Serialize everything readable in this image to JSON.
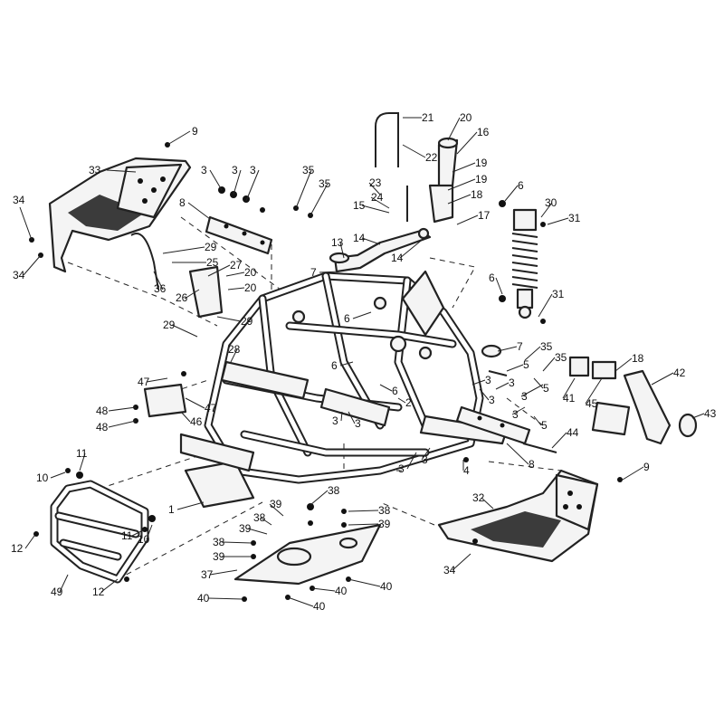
{
  "diagram": {
    "callouts": [
      {
        "id": "c9a",
        "text": "9"
      },
      {
        "id": "c33",
        "text": "33"
      },
      {
        "id": "c3a",
        "text": "3"
      },
      {
        "id": "c3b",
        "text": "3"
      },
      {
        "id": "c3c",
        "text": "3"
      },
      {
        "id": "c35a",
        "text": "35"
      },
      {
        "id": "c35b",
        "text": "35"
      },
      {
        "id": "c34a",
        "text": "34"
      },
      {
        "id": "c8a",
        "text": "8"
      },
      {
        "id": "c34b",
        "text": "34"
      },
      {
        "id": "c29a",
        "text": "29"
      },
      {
        "id": "c25",
        "text": "25"
      },
      {
        "id": "c27",
        "text": "27"
      },
      {
        "id": "c20a",
        "text": "20"
      },
      {
        "id": "c20b",
        "text": "20"
      },
      {
        "id": "c36",
        "text": "36"
      },
      {
        "id": "c26",
        "text": "26"
      },
      {
        "id": "c29b",
        "text": "29"
      },
      {
        "id": "c29c",
        "text": "29"
      },
      {
        "id": "c28",
        "text": "28"
      },
      {
        "id": "c21",
        "text": "21"
      },
      {
        "id": "c20c",
        "text": "20"
      },
      {
        "id": "c16",
        "text": "16"
      },
      {
        "id": "c22",
        "text": "22"
      },
      {
        "id": "c19a",
        "text": "19"
      },
      {
        "id": "c19b",
        "text": "19"
      },
      {
        "id": "c23",
        "text": "23"
      },
      {
        "id": "c24",
        "text": "24"
      },
      {
        "id": "c18a",
        "text": "18"
      },
      {
        "id": "c15",
        "text": "15"
      },
      {
        "id": "c17",
        "text": "17"
      },
      {
        "id": "c13",
        "text": "13"
      },
      {
        "id": "c14a",
        "text": "14"
      },
      {
        "id": "c14b",
        "text": "14"
      },
      {
        "id": "c7a",
        "text": "7"
      },
      {
        "id": "c6a",
        "text": "6"
      },
      {
        "id": "c30",
        "text": "30"
      },
      {
        "id": "c31a",
        "text": "31"
      },
      {
        "id": "c6b",
        "text": "6"
      },
      {
        "id": "c31b",
        "text": "31"
      },
      {
        "id": "c6c",
        "text": "6"
      },
      {
        "id": "c7b",
        "text": "7"
      },
      {
        "id": "c35c",
        "text": "35"
      },
      {
        "id": "c35d",
        "text": "35"
      },
      {
        "id": "c18b",
        "text": "18"
      },
      {
        "id": "c42",
        "text": "42"
      },
      {
        "id": "c5a",
        "text": "5"
      },
      {
        "id": "c3d",
        "text": "3"
      },
      {
        "id": "c3e",
        "text": "3"
      },
      {
        "id": "c41",
        "text": "41"
      },
      {
        "id": "c45",
        "text": "45"
      },
      {
        "id": "c47a",
        "text": "47"
      },
      {
        "id": "c6d",
        "text": "6"
      },
      {
        "id": "c6e",
        "text": "6"
      },
      {
        "id": "c2",
        "text": "2"
      },
      {
        "id": "c3f",
        "text": "3"
      },
      {
        "id": "c3g",
        "text": "3"
      },
      {
        "id": "c43",
        "text": "43"
      },
      {
        "id": "c48a",
        "text": "48"
      },
      {
        "id": "c47b",
        "text": "47"
      },
      {
        "id": "c46",
        "text": "46"
      },
      {
        "id": "c48b",
        "text": "48"
      },
      {
        "id": "c3h",
        "text": "3"
      },
      {
        "id": "c44",
        "text": "44"
      },
      {
        "id": "c5b",
        "text": "5"
      },
      {
        "id": "c11a",
        "text": "11"
      },
      {
        "id": "c3i",
        "text": "3"
      },
      {
        "id": "c3j",
        "text": "3"
      },
      {
        "id": "c4",
        "text": "4"
      },
      {
        "id": "c8b",
        "text": "8"
      },
      {
        "id": "c9b",
        "text": "9"
      },
      {
        "id": "c10a",
        "text": "10"
      },
      {
        "id": "c1",
        "text": "1"
      },
      {
        "id": "c38a",
        "text": "38"
      },
      {
        "id": "c39a",
        "text": "39"
      },
      {
        "id": "c38b",
        "text": "38"
      },
      {
        "id": "c38c",
        "text": "38"
      },
      {
        "id": "c39b",
        "text": "39"
      },
      {
        "id": "c39c",
        "text": "39"
      },
      {
        "id": "c32",
        "text": "32"
      },
      {
        "id": "c11b",
        "text": "11"
      },
      {
        "id": "c10b",
        "text": "10"
      },
      {
        "id": "c12a",
        "text": "12"
      },
      {
        "id": "c38d",
        "text": "38"
      },
      {
        "id": "c39d",
        "text": "39"
      },
      {
        "id": "c37",
        "text": "37"
      },
      {
        "id": "c34c",
        "text": "34"
      },
      {
        "id": "c49",
        "text": "49"
      },
      {
        "id": "c12b",
        "text": "12"
      },
      {
        "id": "c40a",
        "text": "40"
      },
      {
        "id": "c40b",
        "text": "40"
      },
      {
        "id": "c40c",
        "text": "40"
      },
      {
        "id": "c40d",
        "text": "40"
      },
      {
        "id": "c3k",
        "text": "3"
      },
      {
        "id": "c5c",
        "text": "5"
      },
      {
        "id": "c3l",
        "text": "3"
      }
    ]
  }
}
